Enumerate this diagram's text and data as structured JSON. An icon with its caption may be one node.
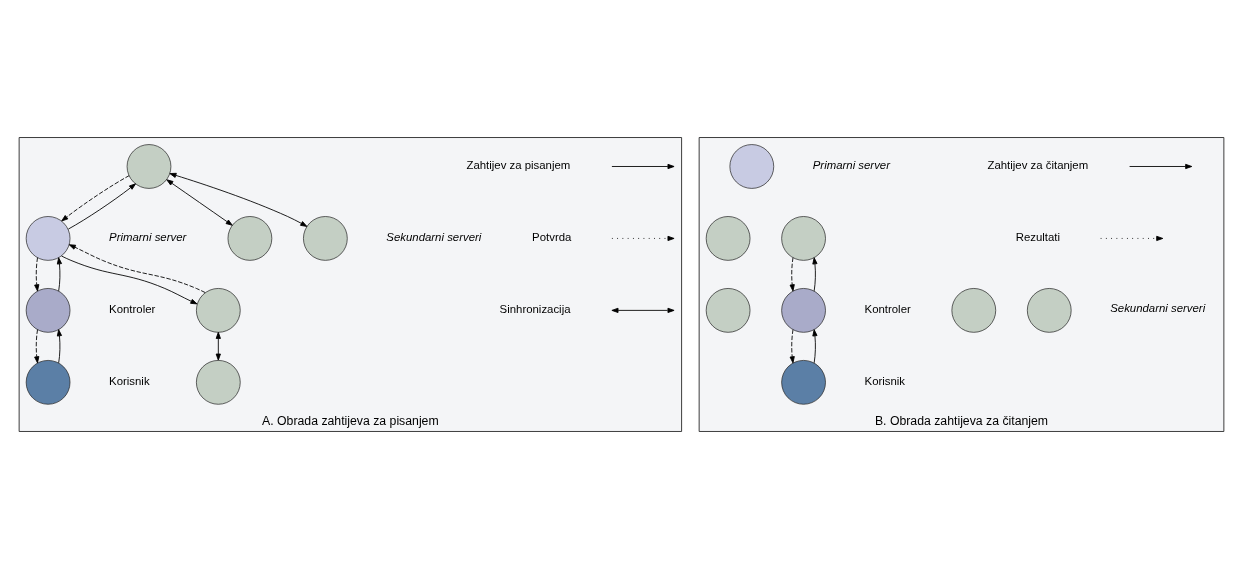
{
  "diagram": {
    "nodes": [
      {
        "text": [
          "A. Obrada zahtijeva za pisanjem"
        ]
      },
      {
        "text": [],
        "shape": "circle",
        "in": 0,
        "beside": [
          "Korisnik"
        ]
      },
      {
        "text": [],
        "shape": "circle",
        "in": 0,
        "beside": [
          "Kontroler"
        ]
      },
      {
        "text": [],
        "shape": "circle",
        "in": 0,
        "beside": [
          "Primarni server"
        ]
      },
      {
        "text": [],
        "shape": "circle",
        "in": 0
      },
      {
        "text": [],
        "shape": "circle",
        "in": 0
      },
      {
        "text": [],
        "shape": "circle",
        "in": 0
      },
      {
        "text": [],
        "shape": "circle",
        "in": 0
      },
      {
        "text": [],
        "shape": "circle",
        "in": 0
      },
      {
        "text": [
          "B. Obrada zahtijeva za čitanjem"
        ]
      },
      {
        "text": [],
        "shape": "circle",
        "in": 9,
        "beside": [
          "Korisnik"
        ]
      },
      {
        "text": [],
        "shape": "circle",
        "in": 9,
        "beside": [
          "Kontroler"
        ]
      },
      {
        "text": [],
        "shape": "circle",
        "in": 9,
        "beside": [
          "Primarni server"
        ]
      },
      {
        "text": [],
        "shape": "circle",
        "in": 9
      },
      {
        "text": [],
        "shape": "circle",
        "in": 9
      },
      {
        "text": [],
        "shape": "circle",
        "in": 9
      },
      {
        "text": [],
        "shape": "circle",
        "in": 9
      },
      {
        "text": [],
        "shape": "circle",
        "in": 9
      }
    ],
    "edges": [
      {
        "from": 1,
        "to": 2,
        "arrow": "to"
      },
      {
        "from": 2,
        "to": 1,
        "arrow": "to",
        "style": "dashed"
      },
      {
        "from": 2,
        "to": 3,
        "arrow": "to"
      },
      {
        "from": 3,
        "to": 2,
        "arrow": "to",
        "style": "dashed"
      },
      {
        "from": 3,
        "to": 4,
        "arrow": "to"
      },
      {
        "from": 4,
        "to": 3,
        "arrow": "to",
        "style": "dashed"
      },
      {
        "from": 3,
        "to": 5,
        "arrow": "to"
      },
      {
        "from": 5,
        "to": 3,
        "arrow": "to",
        "style": "dashed"
      },
      {
        "from": 4,
        "to": 6,
        "arrow": "both"
      },
      {
        "from": 5,
        "to": 7,
        "arrow": "both"
      },
      {
        "from": 5,
        "to": 8,
        "arrow": "both"
      },
      {
        "from": 10,
        "to": 11,
        "arrow": "to"
      },
      {
        "from": 11,
        "to": 10,
        "arrow": "to",
        "style": "dashed"
      },
      {
        "from": 11,
        "to": 14,
        "arrow": "to"
      },
      {
        "from": 14,
        "to": 11,
        "arrow": "to",
        "style": "dashed"
      }
    ],
    "labels": [
      "Sekundarni serveri",
      "Sekundarni serveri"
    ],
    "legend": [
      {
        "text": "Zahtijev za pisanjem"
      },
      {
        "text": "Potvrda"
      },
      {
        "text": "Sinhronizacija"
      },
      {
        "text": "Zahtijev za čitanjem"
      },
      {
        "text": "Rezultati"
      }
    ]
  }
}
